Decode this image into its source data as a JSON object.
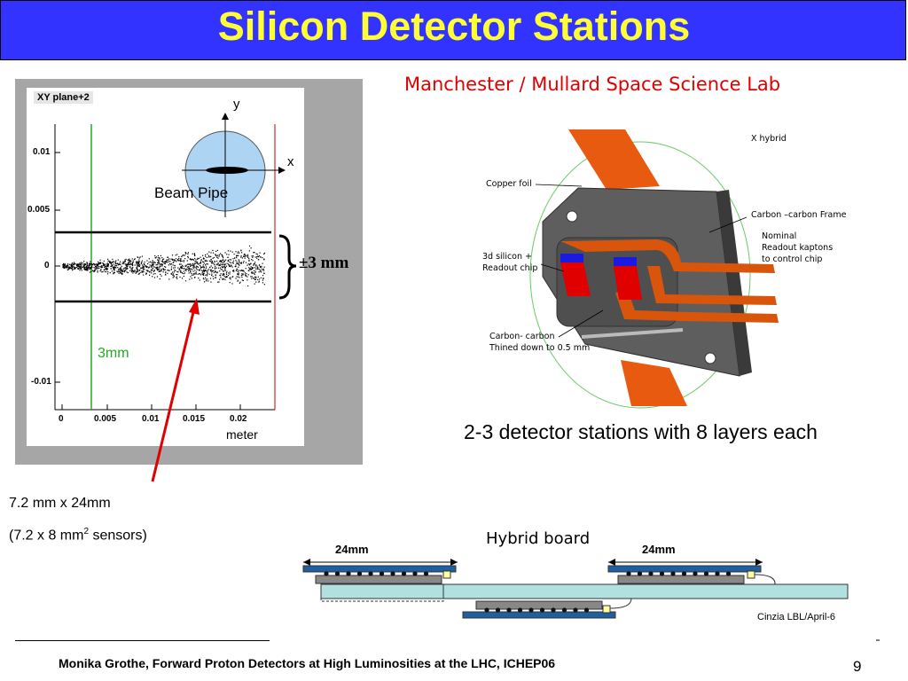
{
  "title": "Silicon Detector Stations",
  "subtitle": "Manchester / Mullard Space Science Lab",
  "plot": {
    "title": "XY plane+2",
    "y_ticks": [
      "0.01",
      "0.005",
      "0",
      "-0.01"
    ],
    "x_ticks": [
      "0",
      "0.005",
      "0.01",
      "0.015",
      "0.02"
    ],
    "x_unit": "meter",
    "beam_pipe_label": "Beam Pipe",
    "axis_y": "y",
    "axis_x": "x",
    "range_label": "±3 mm",
    "offset_label": "3mm"
  },
  "sensor": {
    "dimensions": "7.2 mm x 24mm",
    "size_prefix": "(7.2 x 8 mm",
    "size_sup": "2",
    "size_suffix": " sensors)"
  },
  "detector_image": {
    "x_hybrid": "X hybrid",
    "copper_foil": "Copper foil",
    "carbon_frame": "Carbon –carbon Frame",
    "nominal_1": "Nominal",
    "nominal_2": "Readout kaptons",
    "nominal_3": "to control chip",
    "silicon_1": "3d silicon +",
    "silicon_2": "Readout chip",
    "carbon_1": "Carbon- carbon",
    "carbon_2": "Thined down to 0.5 mm"
  },
  "stations_text": "2-3 detector stations with 8 layers each",
  "hybrid": {
    "label": "Hybrid board",
    "dim_left": "24mm",
    "dim_right": "24mm"
  },
  "credit": "Cinzia LBL/April-6",
  "footer": "Monika Grothe, Forward Proton Detectors at High Luminosities at the LHC, ICHEP06",
  "page_number": "9",
  "colors": {
    "title_bg": "#3333ff",
    "title_fg": "#ffff33",
    "subtitle": "#e00000",
    "arrow": "#e00000",
    "green_line": "#22aa22"
  }
}
